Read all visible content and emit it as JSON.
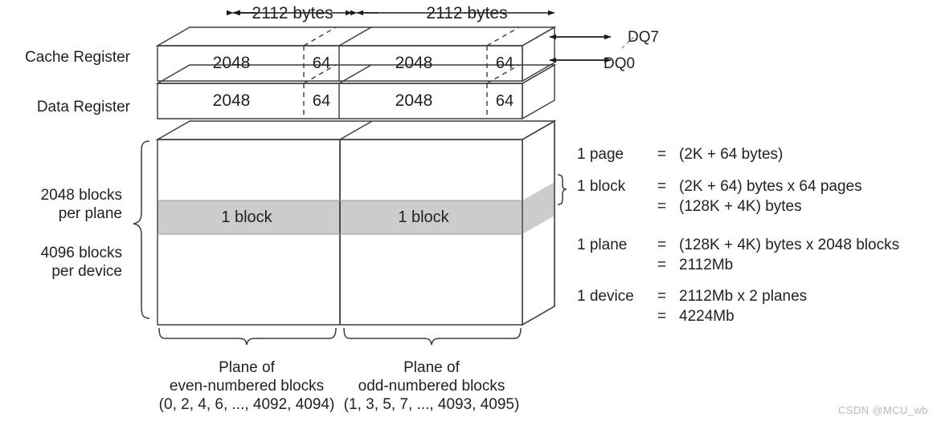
{
  "diagram": {
    "title": "NAND Flash Device Array Organization",
    "colors": {
      "stroke": "#3c3c3c",
      "block_fill": "#cccccc",
      "text": "#231f20",
      "watermark": "#b9b9b9"
    },
    "top_dimensions": [
      {
        "label": "2112 bytes"
      },
      {
        "label": "2112 bytes"
      }
    ],
    "row_labels": [
      {
        "label": "Cache Register"
      },
      {
        "label": "Data Register"
      }
    ],
    "cache_register_cells": [
      {
        "label": "2048"
      },
      {
        "label": "64"
      },
      {
        "label": "2048"
      },
      {
        "label": "64"
      }
    ],
    "data_register_cells": [
      {
        "label": "2048"
      },
      {
        "label": "64"
      },
      {
        "label": "2048"
      },
      {
        "label": "64"
      }
    ],
    "dq_labels": [
      {
        "label": "DQ7"
      },
      {
        "label": "DQ0"
      }
    ],
    "left_annotations": [
      {
        "line1": "2048 blocks",
        "line2": "per plane"
      },
      {
        "line1": "4096 blocks",
        "line2": "per device"
      }
    ],
    "block_bands": [
      {
        "label": "1 block"
      },
      {
        "label": "1 block"
      }
    ],
    "specs": [
      {
        "term": "1 page",
        "lines": [
          {
            "eq": "=",
            "value": "(2K + 64 bytes)"
          }
        ]
      },
      {
        "term": "1 block",
        "lines": [
          {
            "eq": "=",
            "value": "(2K + 64) bytes x 64 pages"
          },
          {
            "eq": "=",
            "value": "(128K + 4K) bytes"
          }
        ]
      },
      {
        "term": "1 plane",
        "lines": [
          {
            "eq": "=",
            "value": "(128K + 4K) bytes x 2048 blocks"
          },
          {
            "eq": "=",
            "value": "2112Mb"
          }
        ]
      },
      {
        "term": "1 device",
        "lines": [
          {
            "eq": "=",
            "value": "2112Mb x 2 planes"
          },
          {
            "eq": "=",
            "value": "4224Mb"
          }
        ]
      }
    ],
    "plane_descriptions": [
      {
        "line1": "Plane of",
        "line2": "even-numbered blocks",
        "line3": "(0, 2, 4, 6, ..., 4092, 4094)"
      },
      {
        "line1": "Plane of",
        "line2": "odd-numbered blocks",
        "line3": "(1, 3, 5, 7, ..., 4093, 4095)"
      }
    ],
    "watermark": {
      "label": "CSDN @MCU_wb"
    }
  }
}
